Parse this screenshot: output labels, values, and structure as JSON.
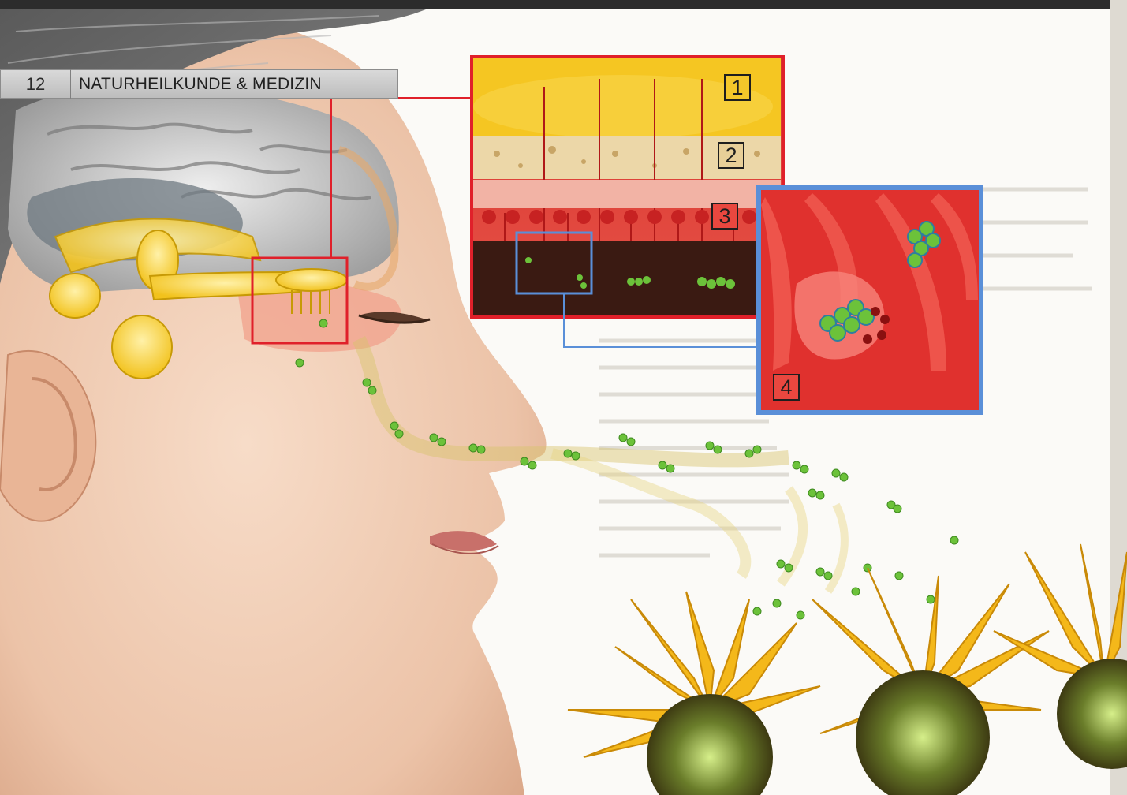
{
  "header": {
    "page_number": "12",
    "section_title": "NATURHEILKUNDE & MEDIZIN"
  },
  "callouts": {
    "label_1": "1",
    "label_2": "2",
    "label_3": "3",
    "label_4": "4"
  },
  "colors": {
    "callout_frame": "#e0202a",
    "zoom_frame": "#5a8fd8",
    "nerve_yellow": "#f2c21c",
    "molecule_green": "#6cc23a",
    "petal_yellow": "#f4b81a"
  }
}
